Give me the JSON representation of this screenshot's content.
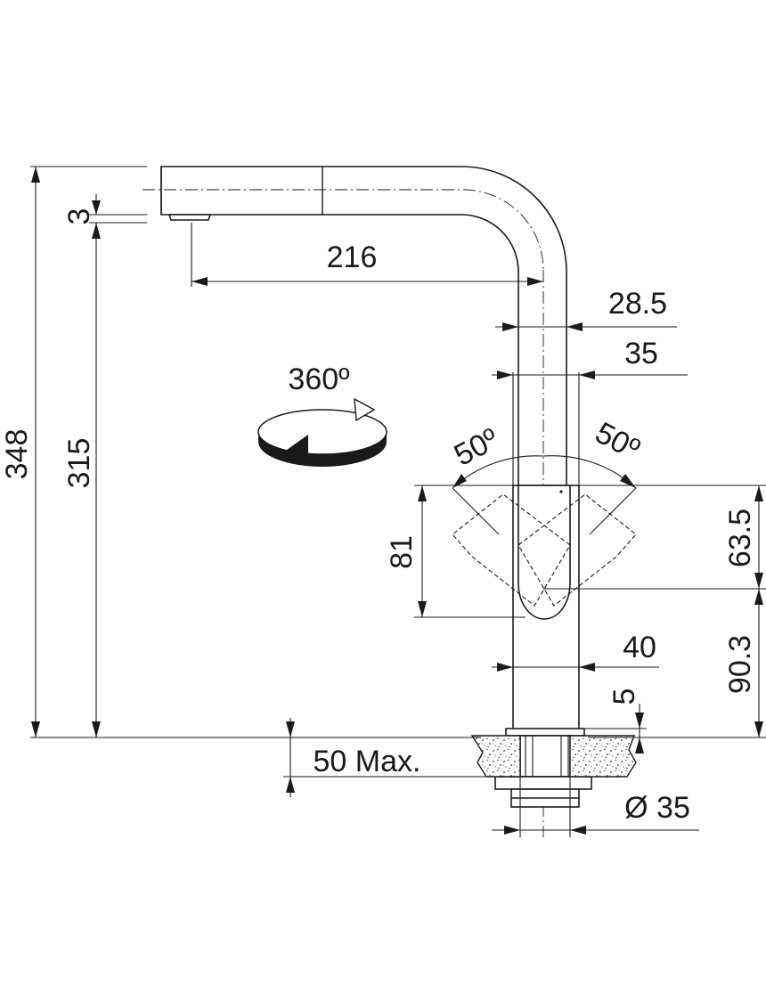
{
  "dimensions": {
    "total_height": "348",
    "spout_height": "315",
    "spout_offset": "3",
    "reach": "216",
    "body_dia_upper": "28.5",
    "body_dia": "35",
    "lever_height": "81",
    "lever_upper": "63.5",
    "lever_lower": "90.3",
    "base_dia": "40",
    "flange": "5",
    "counter_thickness": "50 Max.",
    "hole_dia": "Ø 35",
    "angle_left": "50º",
    "angle_right": "50º",
    "rotation": "360º"
  }
}
